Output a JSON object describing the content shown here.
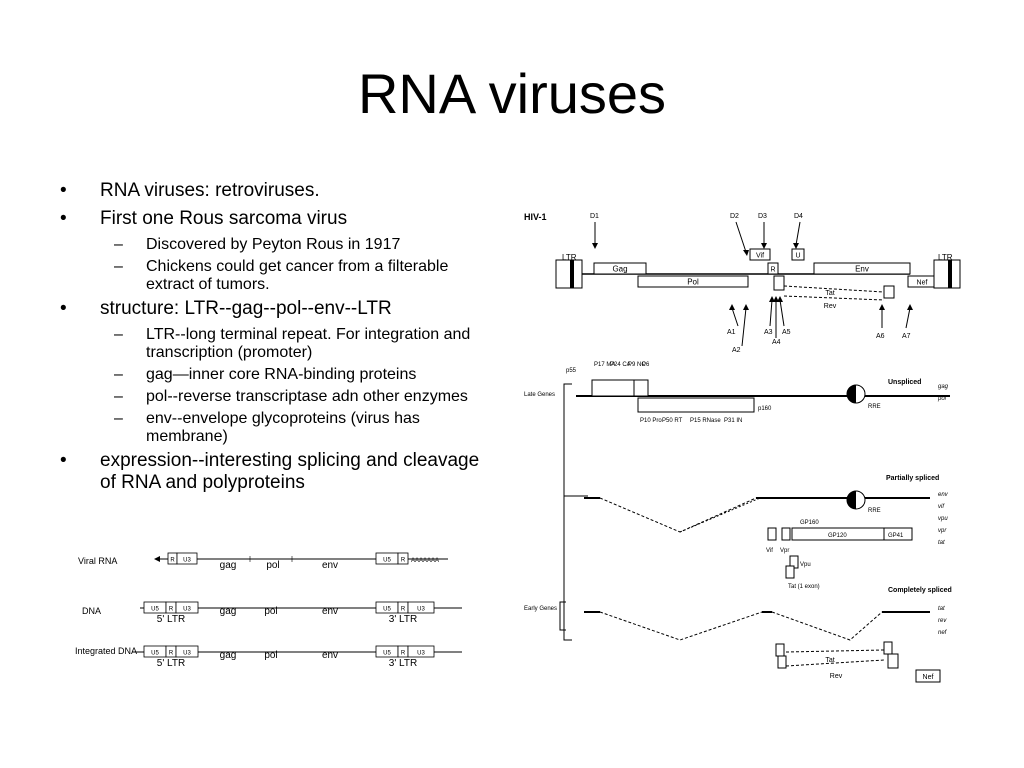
{
  "slide": {
    "title": "RNA viruses",
    "bullets": [
      {
        "text": "RNA viruses: retroviruses.",
        "subs": []
      },
      {
        "text": "First one Rous sarcoma virus",
        "subs": [
          "Discovered by Peyton Rous in 1917",
          "Chickens could get cancer from a filterable extract of tumors."
        ]
      },
      {
        "text": "structure: LTR--gag--pol--env--LTR",
        "subs": [
          "LTR--long terminal repeat. For integration and transcription (promoter)",
          "gag—inner core RNA-binding proteins",
          "pol--reverse transcriptase adn other enzymes",
          "env--envelope glycoproteins (virus has membrane)"
        ]
      },
      {
        "text": "expression--interesting splicing and cleavage of RNA and polyproteins",
        "subs": []
      }
    ]
  },
  "retro_diagram": {
    "rows": [
      {
        "label": "Viral RNA",
        "left_boxes": [
          "R",
          "U3"
        ],
        "right_boxes": [
          "U5",
          "R"
        ],
        "tail": "AAAAAAA",
        "left_ltr": "",
        "right_ltr": ""
      },
      {
        "label": "DNA",
        "left_boxes": [
          "U5",
          "R",
          "U3"
        ],
        "right_boxes": [
          "U5",
          "R",
          "U3"
        ],
        "tail": "",
        "left_ltr": "5' LTR",
        "right_ltr": "3' LTR"
      },
      {
        "label": "Integrated DNA",
        "left_boxes": [
          "U5",
          "R",
          "U3"
        ],
        "right_boxes": [
          "U5",
          "R",
          "U3"
        ],
        "tail": "",
        "left_ltr": "5' LTR",
        "right_ltr": "3' LTR"
      }
    ],
    "genes": [
      "gag",
      "pol",
      "env"
    ]
  },
  "hiv_diagram": {
    "title": "HIV-1",
    "genome_boxes": {
      "ltr_left": "LTR",
      "gag": "Gag",
      "pol": "Pol",
      "vif": "Vif",
      "r": "R",
      "u": "U",
      "env": "Env",
      "ltr_right": "LTR",
      "nef": "Nef",
      "tat": "Tat",
      "rev": "Rev"
    },
    "donor_sites": [
      "D1",
      "D2",
      "D3",
      "D4"
    ],
    "acceptor_sites": [
      "A1",
      "A2",
      "A3",
      "A4",
      "A5",
      "A6",
      "A7"
    ],
    "late_genes_label": "Late Genes",
    "early_genes_label": "Early Genes",
    "gag_products": [
      "P17 MA",
      "P24 CA",
      "P9 NC",
      "P6"
    ],
    "pol_products": [
      "P10 Pro",
      "P50 RT",
      "P15 RNase",
      "P31 IN"
    ],
    "p55": "p55",
    "p160": "p160",
    "rre": "RRE",
    "unspliced": {
      "label": "Unspliced",
      "genes": [
        "gag",
        "pol"
      ]
    },
    "partially_spliced": {
      "label": "Partially spliced",
      "genes": [
        "env",
        "vif",
        "vpu",
        "vpr",
        "tat"
      ]
    },
    "gp": {
      "gp160": "GP160",
      "gp120": "GP120",
      "gp41": "GP41"
    },
    "small_proteins": {
      "vif": "Vif",
      "vpr": "Vpr",
      "vpu": "Vpu",
      "tat1": "Tat (1 exon)"
    },
    "completely_spliced": {
      "label": "Completely spliced",
      "genes": [
        "tat",
        "rev",
        "nef"
      ]
    },
    "early_products": {
      "tat": "Tat",
      "rev": "Rev",
      "nef": "Nef"
    }
  }
}
